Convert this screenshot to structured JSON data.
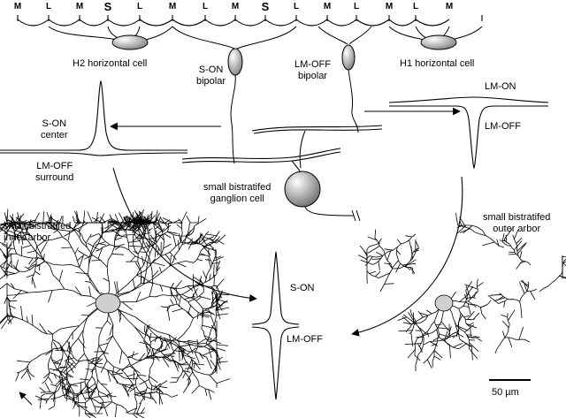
{
  "cones": [
    "M",
    "L",
    "M",
    "S",
    "L",
    "M",
    "L",
    "M",
    "S",
    "L",
    "M",
    "L",
    "M",
    "L",
    "M"
  ],
  "labels": {
    "h2_cell": "H2 horizontal cell",
    "h1_cell": "H1 horizontal cell",
    "s_on_bipolar": "S-ON\nbipolar",
    "lm_off_bipolar": "LM-OFF\nbipolar",
    "s_on_center": "S-ON\ncenter",
    "lm_off_surround": "LM-OFF\nsurround",
    "ganglion_cell": "small bistratifed\nganglion cell",
    "inner_arbor": "small bistratifed\ninner arbor",
    "outer_arbor": "small bistratifed\nouter arbor",
    "lm_on_right": "LM-ON",
    "lm_off_right": "LM-OFF",
    "s_on_combined": "S-ON",
    "lm_off_combined": "LM-OFF",
    "scale_bar": "50 µm"
  },
  "colors": {
    "ink": "#000000",
    "cell_body_light": "#ffffff",
    "cell_body_dark": "#7a7a7a"
  }
}
